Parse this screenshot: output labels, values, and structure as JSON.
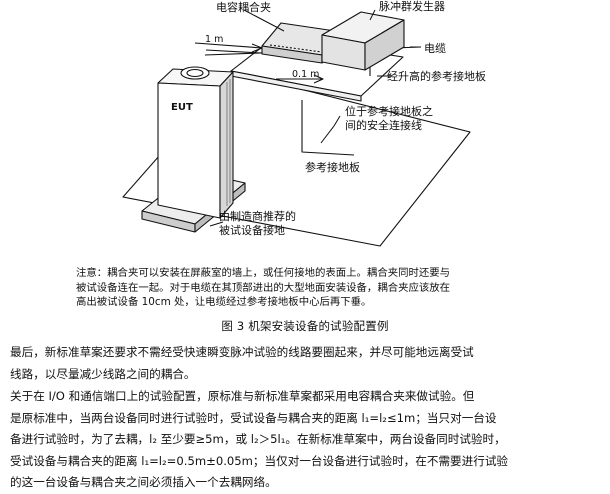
{
  "figure": {
    "labels": {
      "capacitive_clamp": "电容耦合夹",
      "burst_generator": "脉冲群发生器",
      "distance_1m": "1 m",
      "cable": "电缆",
      "distance_01m": "0.1 m",
      "raised_ground_plate": "经升高的参考接地板",
      "eut": "EUT",
      "safety_ground_1": "位于参考接地板之",
      "safety_ground_2": "间的安全连接线",
      "reference_ground_plate": "参考接地板",
      "manufacturer_ground_1": "由制造商推荐的",
      "manufacturer_ground_2": "被试设备接地"
    },
    "note": "注意：耦合夹可以安装在屏蔽室的墙上，或任何接地的表面上。耦合夹同时还要与\n被试设备连在一起。对于电缆在其顶部进出的大型地面安装设备，耦合夹应该放在\n高出被试设备 10cm 处，让电缆经过参考接地板中心后再下垂。",
    "caption": "图 3  机架安装设备的试验配置例"
  },
  "body": {
    "paragraph_1": "    最后，新标准草案还要求不需经受快速瞬变脉冲试验的线路要圈起来，并尽可能地远离受试\n线路，以尽量减少线路之间的耦合。",
    "paragraph_2": "    关于在 I/O 和通信端口上的试验配置，原标准与新标准草案都采用电容耦合夹来做试验。但\n是原标准中，当两台设备同时进行试验时，受试设备与耦合夹的距离 l₁=l₂≤1m；当只对一台设\n备进行试验时，为了去耦，l₂ 至少要≥5m，或 l₂＞5l₁。在新标准草案中，两台设备同时试验时，\n受试设备与耦合夹的距离 l₁=l₂=0.5m±0.05m；当仅对一台设备进行试验时，在不需要进行试验\n的这一台设备与耦合夹之间必须插入一个去耦网络。"
  }
}
